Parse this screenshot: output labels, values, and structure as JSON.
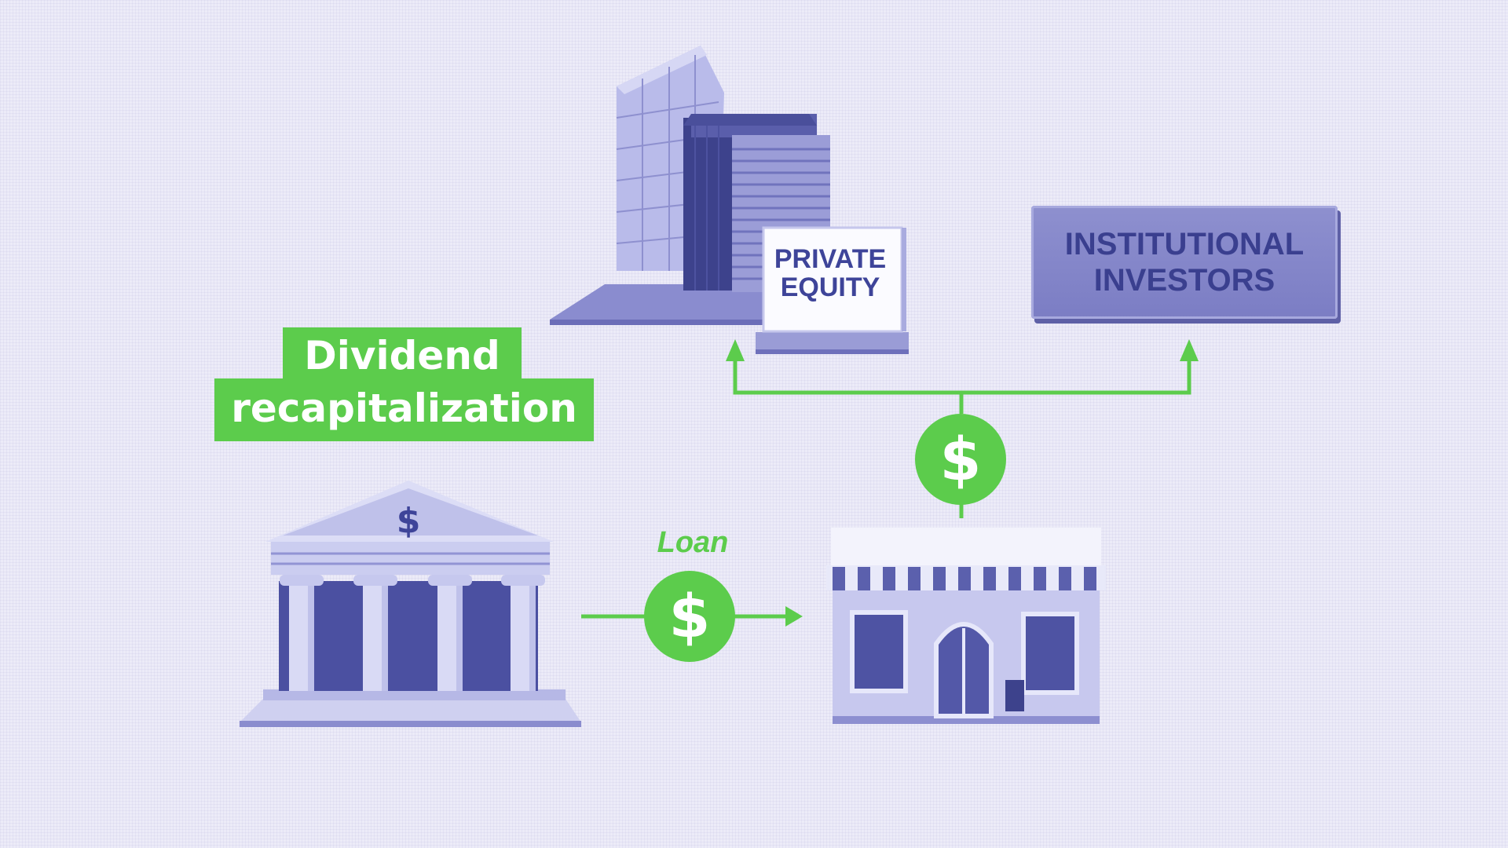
{
  "title": {
    "line1": "Dividend",
    "line2": "recapitalization"
  },
  "nodes": {
    "private_equity": {
      "label_line1": "PRIVATE",
      "label_line2": "EQUITY"
    },
    "institutional_investors": {
      "label_line1": "INSTITUTIONAL",
      "label_line2": "INVESTORS"
    },
    "bank": {
      "icon": "bank-building-icon",
      "symbol": "$"
    },
    "business": {
      "icon": "storefront-icon"
    }
  },
  "flows": {
    "loan": {
      "label": "Loan",
      "symbol": "$"
    },
    "dividend": {
      "symbol": "$"
    }
  },
  "colors": {
    "accent_green": "#5ccc4c",
    "ink_purple": "#3e4499",
    "background": "#ecebf8"
  }
}
